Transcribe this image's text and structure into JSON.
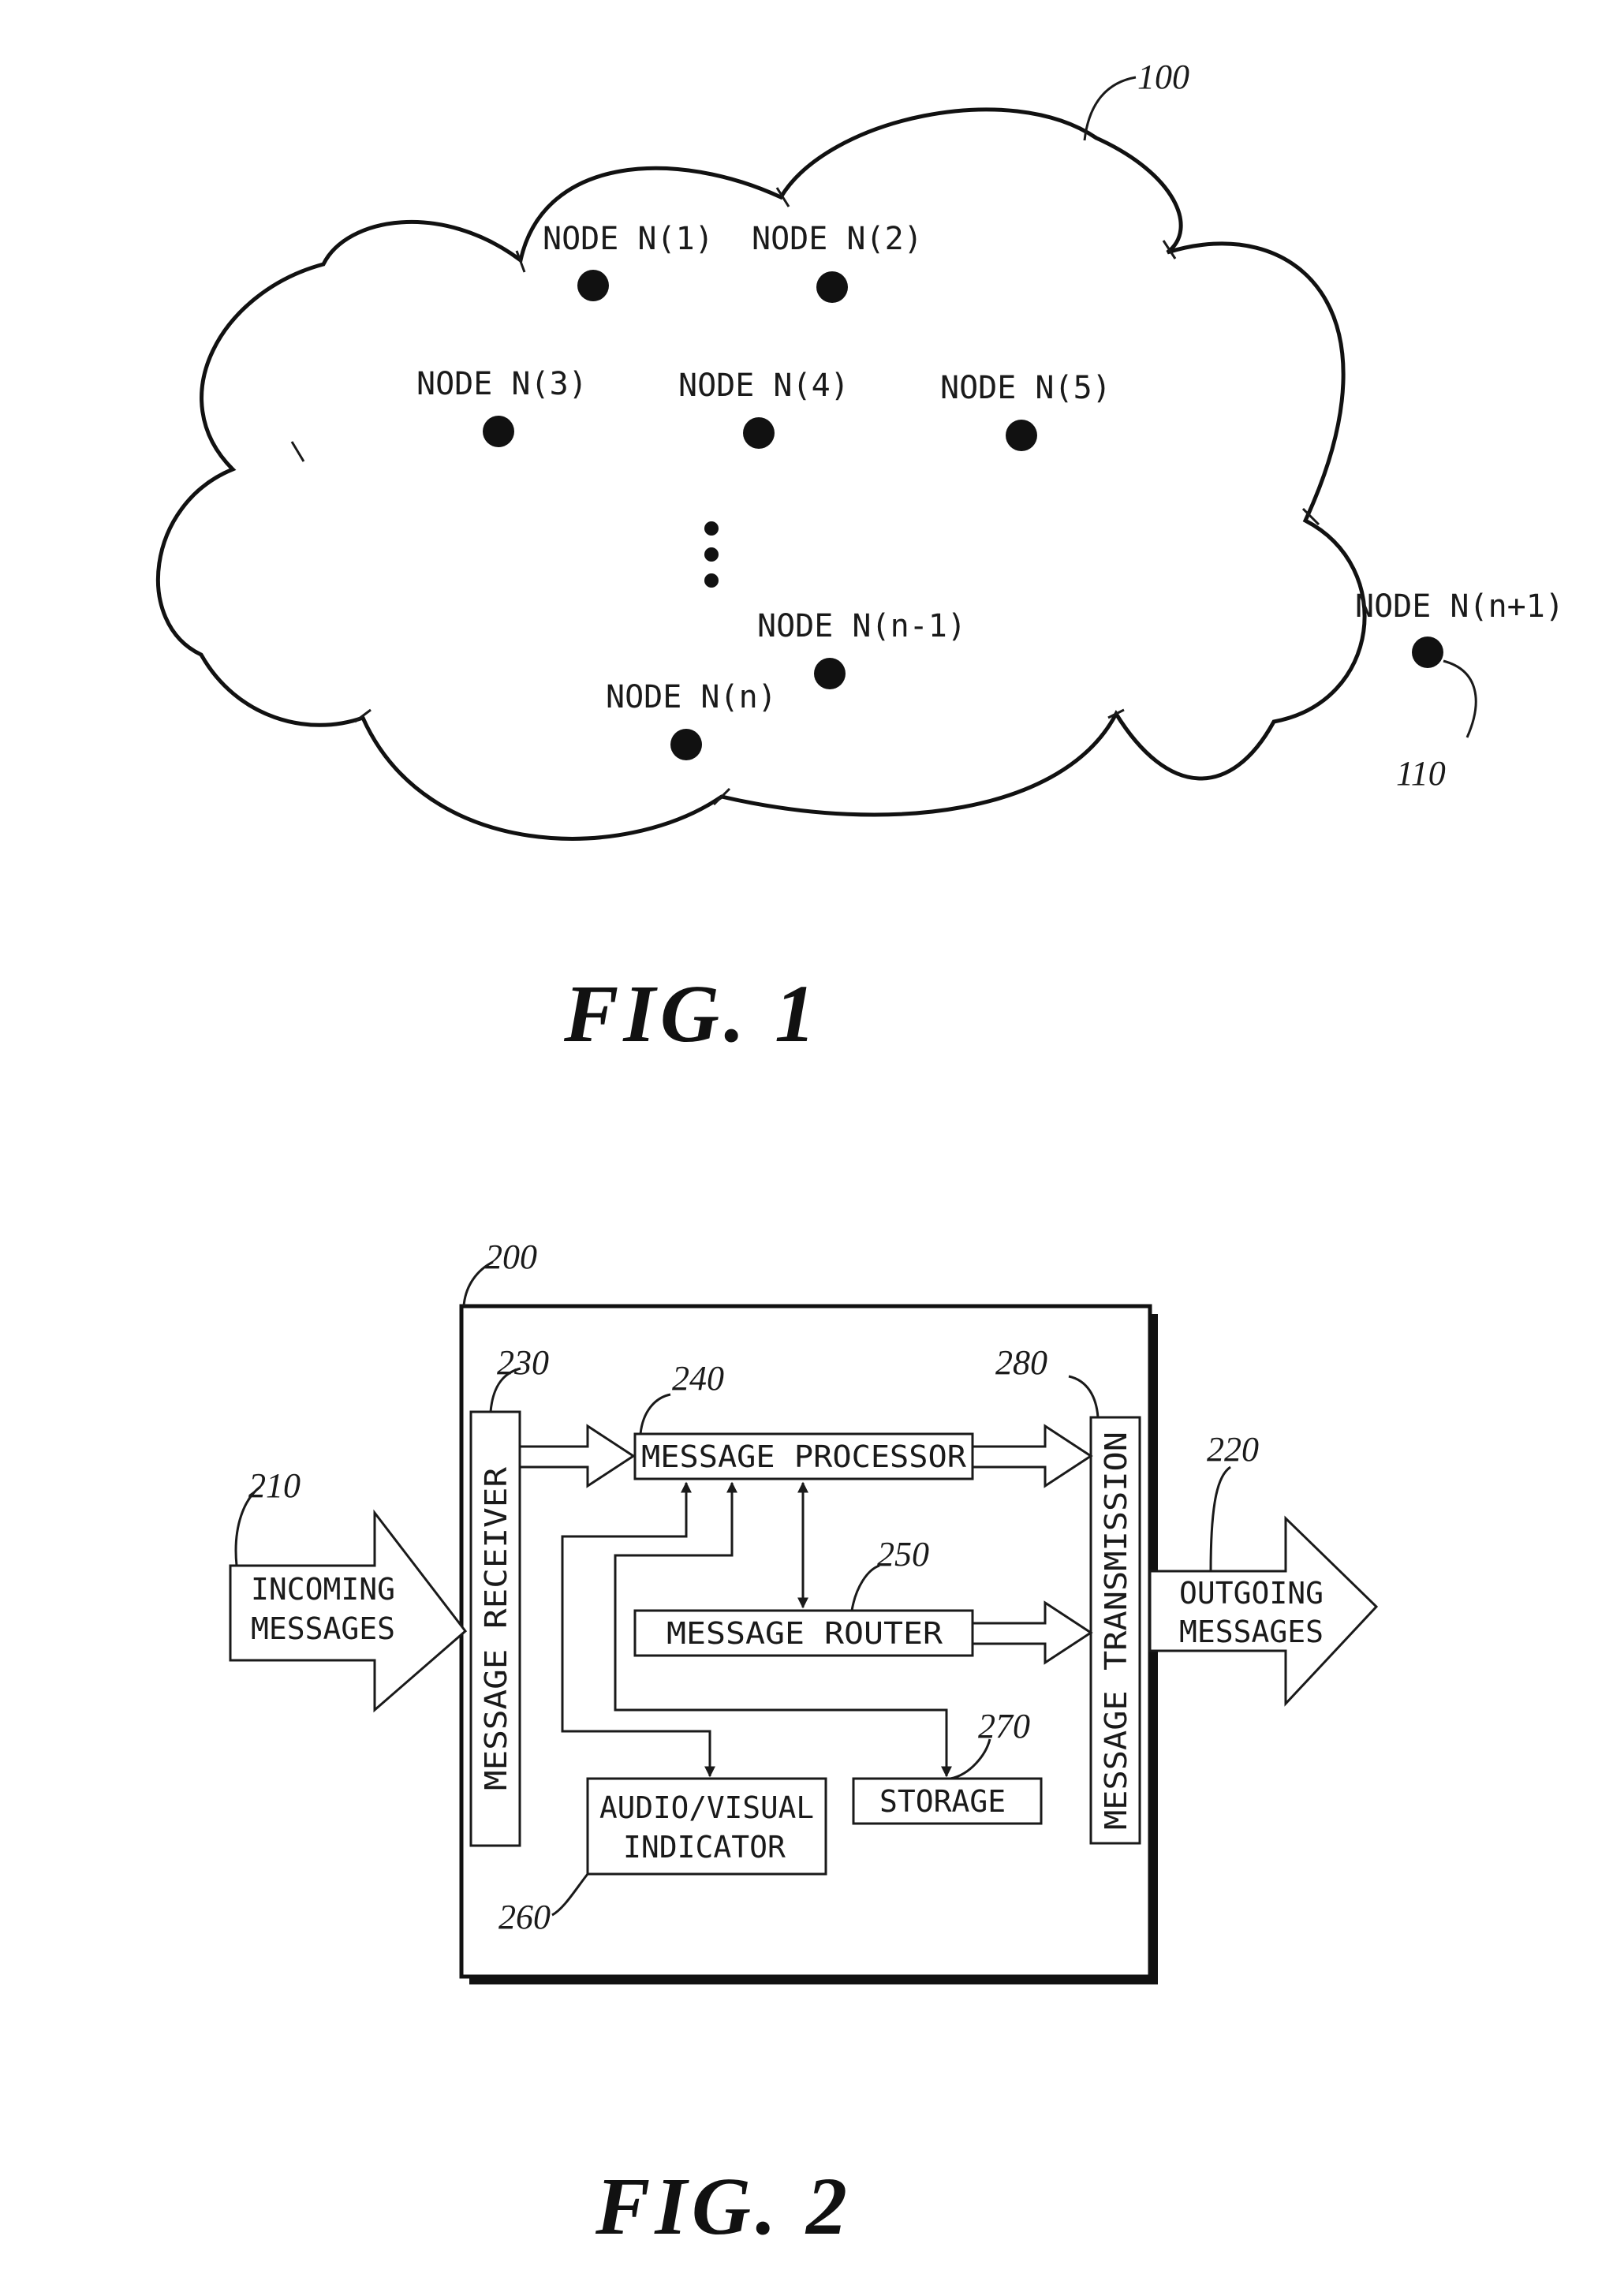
{
  "fig1": {
    "caption": "FIG. 1",
    "ref_cloud": "100",
    "ref_node_outside": "110",
    "nodes": [
      {
        "label": "NODE N(1)"
      },
      {
        "label": "NODE N(2)"
      },
      {
        "label": "NODE N(3)"
      },
      {
        "label": "NODE N(4)"
      },
      {
        "label": "NODE N(5)"
      },
      {
        "label": "NODE N(n-1)"
      },
      {
        "label": "NODE N(n)"
      },
      {
        "label": "NODE N(n+1)"
      }
    ]
  },
  "fig2": {
    "caption": "FIG. 2",
    "ref_device": "200",
    "incoming": {
      "ref": "210",
      "line1": "INCOMING",
      "line2": "MESSAGES"
    },
    "outgoing": {
      "ref": "220",
      "line1": "OUTGOING",
      "line2": "MESSAGES"
    },
    "receiver": {
      "ref": "230",
      "label": "MESSAGE RECEIVER"
    },
    "processor": {
      "ref": "240",
      "label": "MESSAGE PROCESSOR"
    },
    "router": {
      "ref": "250",
      "label": "MESSAGE ROUTER"
    },
    "indicator": {
      "ref": "260",
      "line1": "AUDIO/VISUAL",
      "line2": "INDICATOR"
    },
    "storage": {
      "ref": "270",
      "label": "STORAGE"
    },
    "transmission": {
      "ref": "280",
      "label": "MESSAGE TRANSMISSION"
    }
  }
}
